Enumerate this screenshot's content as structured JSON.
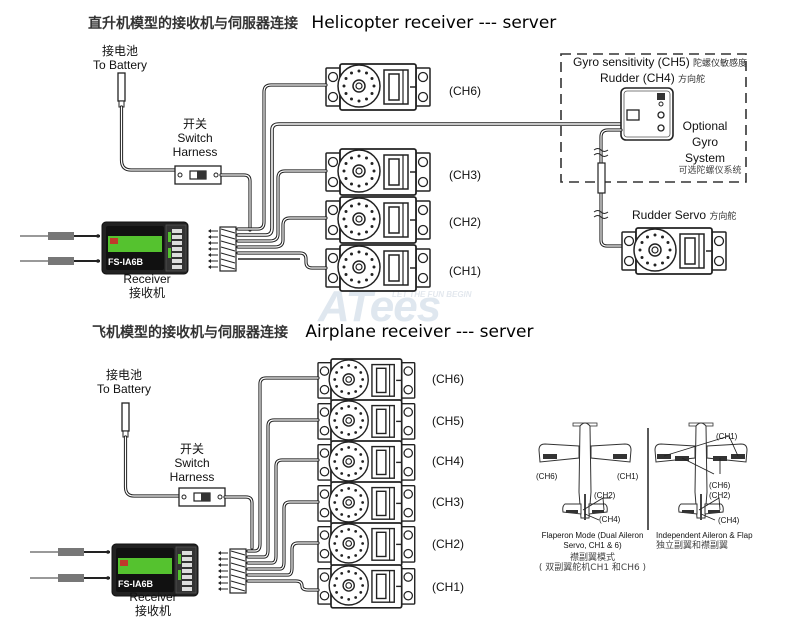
{
  "helicopter": {
    "title_zh": "直升机模型的接收机与伺服器连接",
    "title_en": "Helicopter receiver --- server",
    "battery": {
      "zh": "接电池",
      "en": "To Battery"
    },
    "switch": {
      "zh": "开关",
      "en1": "Switch",
      "en2": "Harness"
    },
    "receiver": {
      "en": "Receiver",
      "zh": "接收机",
      "model": "FS-iA6B"
    },
    "servos": [
      {
        "channel": "(CH6)"
      },
      {
        "channel": "(CH3)"
      },
      {
        "channel": "(CH2)"
      },
      {
        "channel": "(CH1)"
      }
    ],
    "gyro": {
      "sensitivity_en": "Gyro sensitivity (CH5)",
      "sensitivity_zh": "陀螺仪敏感度",
      "rudder_en": "Rudder (CH4)",
      "rudder_zh": "方向舵",
      "optional1": "Optional",
      "optional2": "Gyro",
      "optional3": "System",
      "optional_zh": "可选陀螺仪系统"
    },
    "rudder_servo": {
      "en": "Rudder Servo",
      "zh": "方向舵"
    }
  },
  "airplane": {
    "title_zh": "飞机模型的接收机与伺服器连接",
    "title_en": "Airplane receiver --- server",
    "battery": {
      "zh": "接电池",
      "en": "To Battery"
    },
    "switch": {
      "zh": "开关",
      "en1": "Switch",
      "en2": "Harness"
    },
    "receiver": {
      "en": "Receiver",
      "zh": "接收机",
      "model": "FS-iA6B"
    },
    "servos": [
      {
        "channel": "(CH6)"
      },
      {
        "channel": "(CH5)"
      },
      {
        "channel": "(CH4)"
      },
      {
        "channel": "(CH3)"
      },
      {
        "channel": "(CH2)"
      },
      {
        "channel": "(CH1)"
      }
    ],
    "flaperon": {
      "labels": {
        "left_wing": "(CH6)",
        "right_wing": "(CH1)",
        "elevator": "(CH2)",
        "rudder": "(CH4)"
      },
      "caption_en1": "Flaperon Mode (Dual Aileron",
      "caption_en2": "Servo, CH1 & 6)",
      "caption_zh1": "襟副翼模式",
      "caption_zh2": "( 双副翼舵机CH1 和CH6 )"
    },
    "independent": {
      "labels": {
        "aileron": "(CH1)",
        "flap": "(CH6)",
        "elevator": "(CH2)",
        "rudder": "(CH4)"
      },
      "caption_en": "Independent Aileron & Flap",
      "caption_zh": "独立副翼和襟副翼"
    }
  },
  "watermark": {
    "brand": "ATees",
    "tagline": "LET THE FUN BEGIN"
  }
}
